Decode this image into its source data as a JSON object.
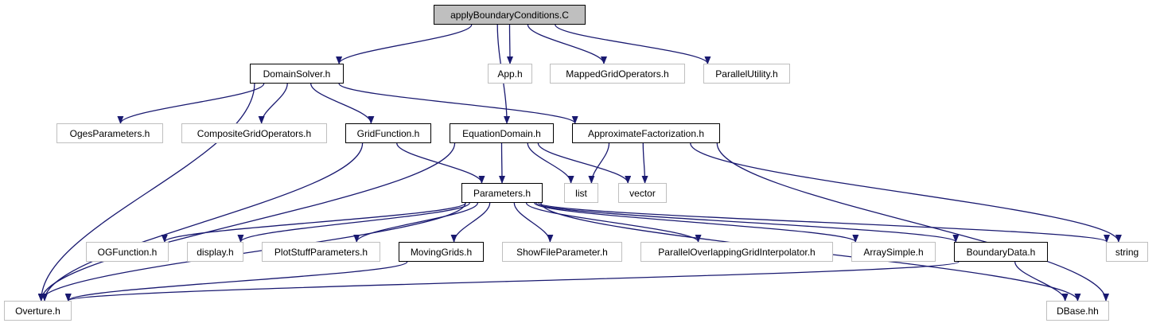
{
  "graph": {
    "edge_color": "#191970",
    "nodes": [
      {
        "id": "apply",
        "label": "applyBoundaryConditions.C",
        "kind": "root"
      },
      {
        "id": "domainsolver",
        "label": "DomainSolver.h",
        "kind": "linked"
      },
      {
        "id": "equationdomain",
        "label": "EquationDomain.h",
        "kind": "linked"
      },
      {
        "id": "app",
        "label": "App.h",
        "kind": "external"
      },
      {
        "id": "mappedgridops",
        "label": "MappedGridOperators.h",
        "kind": "external"
      },
      {
        "id": "parallelutility",
        "label": "ParallelUtility.h",
        "kind": "external"
      },
      {
        "id": "ogesparams",
        "label": "OgesParameters.h",
        "kind": "external"
      },
      {
        "id": "compositegridops",
        "label": "CompositeGridOperators.h",
        "kind": "external"
      },
      {
        "id": "gridfunction",
        "label": "GridFunction.h",
        "kind": "linked"
      },
      {
        "id": "approxfact",
        "label": "ApproximateFactorization.h",
        "kind": "linked"
      },
      {
        "id": "parameters",
        "label": "Parameters.h",
        "kind": "linked"
      },
      {
        "id": "list",
        "label": "list",
        "kind": "external"
      },
      {
        "id": "vector",
        "label": "vector",
        "kind": "external"
      },
      {
        "id": "ogfunction",
        "label": "OGFunction.h",
        "kind": "external"
      },
      {
        "id": "display",
        "label": "display.h",
        "kind": "external"
      },
      {
        "id": "plotstuff",
        "label": "PlotStuffParameters.h",
        "kind": "external"
      },
      {
        "id": "movinggrids",
        "label": "MovingGrids.h",
        "kind": "linked"
      },
      {
        "id": "showfile",
        "label": "ShowFileParameter.h",
        "kind": "external"
      },
      {
        "id": "pogi",
        "label": "ParallelOverlappingGridInterpolator.h",
        "kind": "external"
      },
      {
        "id": "arraysimple",
        "label": "ArraySimple.h",
        "kind": "external"
      },
      {
        "id": "boundarydata",
        "label": "BoundaryData.h",
        "kind": "linked"
      },
      {
        "id": "string",
        "label": "string",
        "kind": "external"
      },
      {
        "id": "overture",
        "label": "Overture.h",
        "kind": "external"
      },
      {
        "id": "dbase",
        "label": "DBase.hh",
        "kind": "external"
      }
    ],
    "edges": [
      [
        "apply",
        "domainsolver"
      ],
      [
        "apply",
        "equationdomain"
      ],
      [
        "apply",
        "app"
      ],
      [
        "apply",
        "mappedgridops"
      ],
      [
        "apply",
        "parallelutility"
      ],
      [
        "domainsolver",
        "overture"
      ],
      [
        "domainsolver",
        "ogesparams"
      ],
      [
        "domainsolver",
        "compositegridops"
      ],
      [
        "domainsolver",
        "gridfunction"
      ],
      [
        "domainsolver",
        "approxfact"
      ],
      [
        "gridfunction",
        "overture"
      ],
      [
        "gridfunction",
        "parameters"
      ],
      [
        "equationdomain",
        "overture"
      ],
      [
        "equationdomain",
        "parameters"
      ],
      [
        "equationdomain",
        "list"
      ],
      [
        "equationdomain",
        "vector"
      ],
      [
        "approxfact",
        "list"
      ],
      [
        "approxfact",
        "vector"
      ],
      [
        "approxfact",
        "string"
      ],
      [
        "approxfact",
        "dbase"
      ],
      [
        "parameters",
        "overture"
      ],
      [
        "parameters",
        "ogfunction"
      ],
      [
        "parameters",
        "display"
      ],
      [
        "parameters",
        "plotstuff"
      ],
      [
        "parameters",
        "movinggrids"
      ],
      [
        "parameters",
        "showfile"
      ],
      [
        "parameters",
        "pogi"
      ],
      [
        "parameters",
        "arraysimple"
      ],
      [
        "parameters",
        "boundarydata"
      ],
      [
        "parameters",
        "string"
      ],
      [
        "parameters",
        "dbase"
      ],
      [
        "movinggrids",
        "overture"
      ],
      [
        "boundarydata",
        "overture"
      ],
      [
        "boundarydata",
        "dbase"
      ]
    ]
  }
}
